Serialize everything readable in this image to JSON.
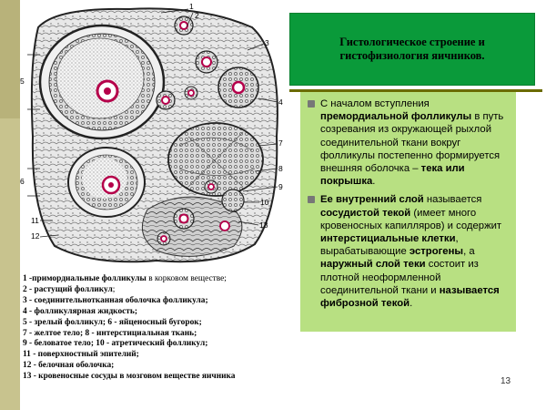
{
  "slide": {
    "title": "Гистологическое строение и гистофизиология яичников.",
    "page_number": "13",
    "figure_labels": [
      "1",
      "2",
      "3",
      "4",
      "5",
      "6",
      "7",
      "8",
      "9",
      "10",
      "11",
      "12",
      "13"
    ]
  },
  "body": {
    "p1": {
      "t1": "С началом вступления ",
      "b1": "премордиальной фолликулы",
      "t2": " в путь созревания из окружающей рыхлой соединительной ткани вокруг фолликулы постепенно формируется внешняя оболочка – ",
      "b2": "тека или покрышка",
      "t3": "."
    },
    "p2": {
      "t0": " ",
      "b1": "Ее внутренний слой",
      "t1": " называется ",
      "b2": "сосудистой текой",
      "t2": " (имеет много кровеносных капилляров) и содержит ",
      "b3": "интерстициальные клетки",
      "t3": ", вырабатывающие ",
      "b4": "эстрогены",
      "t4": ", а ",
      "b5": "наружный слой теки",
      "t5": " состоит из плотной неоформленной соединительной ткани и ",
      "b6": "называется фиброзной текой",
      "t6": "."
    }
  },
  "legend": [
    {
      "b": "1 -примордиальные фолликулы",
      "t": " в корковом веществе;"
    },
    {
      "b": "2 - растущий фолликул",
      "t": ";"
    },
    {
      "b": "3 - соединительнотканная оболочка фолликула;",
      "t": ""
    },
    {
      "b": "4 - фолликулярная жидкость;",
      "t": ""
    },
    {
      "b": " 5 - зрелый фолликул;  6 - яйценосный бугорок;",
      "t": ""
    },
    {
      "b": "7 - желтое тело;  8 - интерстициальная ткань;",
      "t": ""
    },
    {
      "b": "9 - беловатое тело;  10 - атретический фолликул;",
      "t": ""
    },
    {
      "b": "11 - поверхностный эпителий;",
      "t": ""
    },
    {
      "b": " 12 - белочная оболочка;",
      "t": ""
    },
    {
      "b": "13 - кровеносные сосуды в мозговом веществе яичника",
      "t": ""
    }
  ]
}
